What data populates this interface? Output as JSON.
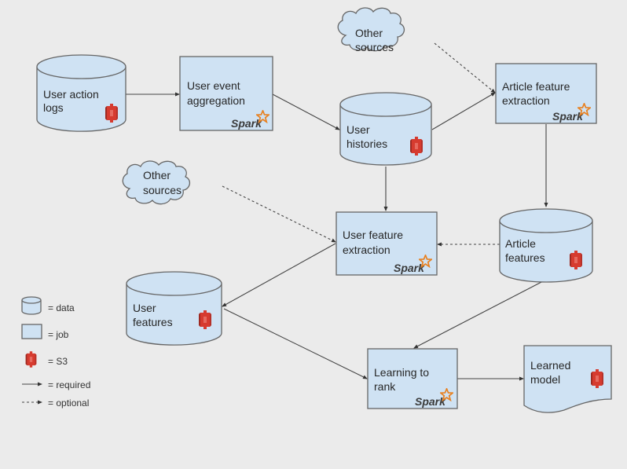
{
  "colors": {
    "background": "#ebebeb",
    "node_fill": "#cfe2f3",
    "node_stroke": "#666666",
    "s3_red": "#d63b2f",
    "spark_orange": "#e8801f",
    "edge": "#444444"
  },
  "nodes": {
    "user_action_logs": {
      "type": "data",
      "lines": [
        "User action",
        "logs"
      ],
      "s3": true
    },
    "user_event_aggregation": {
      "type": "job",
      "lines": [
        "User event",
        "aggregation"
      ],
      "spark": true
    },
    "other_sources_top": {
      "type": "source",
      "lines": [
        "Other",
        "sources"
      ]
    },
    "user_histories": {
      "type": "data",
      "lines": [
        "User",
        "histories"
      ],
      "s3": true
    },
    "article_feature_extraction": {
      "type": "job",
      "lines": [
        "Article feature",
        "extraction"
      ],
      "spark": true
    },
    "other_sources_left": {
      "type": "source",
      "lines": [
        "Other",
        "sources"
      ]
    },
    "user_feature_extraction": {
      "type": "job",
      "lines": [
        "User feature",
        "extraction"
      ],
      "spark": true
    },
    "article_features": {
      "type": "data",
      "lines": [
        "Article",
        "features"
      ],
      "s3": true
    },
    "user_features": {
      "type": "data",
      "lines": [
        "User",
        "features"
      ],
      "s3": true
    },
    "learning_to_rank": {
      "type": "job",
      "lines": [
        "Learning to",
        "rank"
      ],
      "spark": true
    },
    "learned_model": {
      "type": "document",
      "lines": [
        "Learned",
        "model"
      ],
      "s3": true
    }
  },
  "spark_label": "Spark",
  "edges": [
    {
      "from": "user_action_logs",
      "to": "user_event_aggregation",
      "kind": "required"
    },
    {
      "from": "user_event_aggregation",
      "to": "user_histories",
      "kind": "required"
    },
    {
      "from": "user_histories",
      "to": "article_feature_extraction",
      "kind": "required"
    },
    {
      "from": "other_sources_top",
      "to": "article_feature_extraction",
      "kind": "optional"
    },
    {
      "from": "user_histories",
      "to": "user_feature_extraction",
      "kind": "required"
    },
    {
      "from": "other_sources_left",
      "to": "user_feature_extraction",
      "kind": "optional"
    },
    {
      "from": "article_feature_extraction",
      "to": "article_features",
      "kind": "required"
    },
    {
      "from": "article_features",
      "to": "user_feature_extraction",
      "kind": "optional"
    },
    {
      "from": "user_feature_extraction",
      "to": "user_features",
      "kind": "required"
    },
    {
      "from": "user_features",
      "to": "learning_to_rank",
      "kind": "required"
    },
    {
      "from": "article_features",
      "to": "learning_to_rank",
      "kind": "required"
    },
    {
      "from": "learning_to_rank",
      "to": "learned_model",
      "kind": "required"
    }
  ],
  "legend": {
    "data": "= data",
    "job": "= job",
    "s3": "= S3",
    "required": "= required",
    "optional": "= optional"
  }
}
